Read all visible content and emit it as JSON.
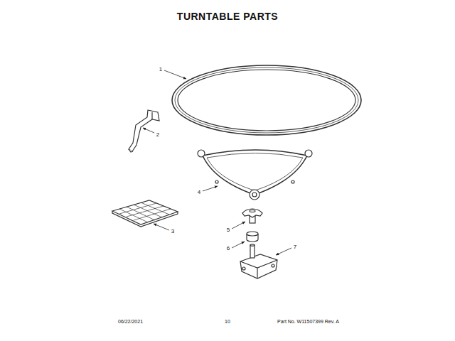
{
  "diagram": {
    "title": "TURNTABLE PARTS",
    "labels": [
      "1",
      "2",
      "3",
      "4",
      "5",
      "6",
      "7",
      "06/22/2021",
      "10",
      "Part No. W11507399 Rev. A"
    ]
  }
}
